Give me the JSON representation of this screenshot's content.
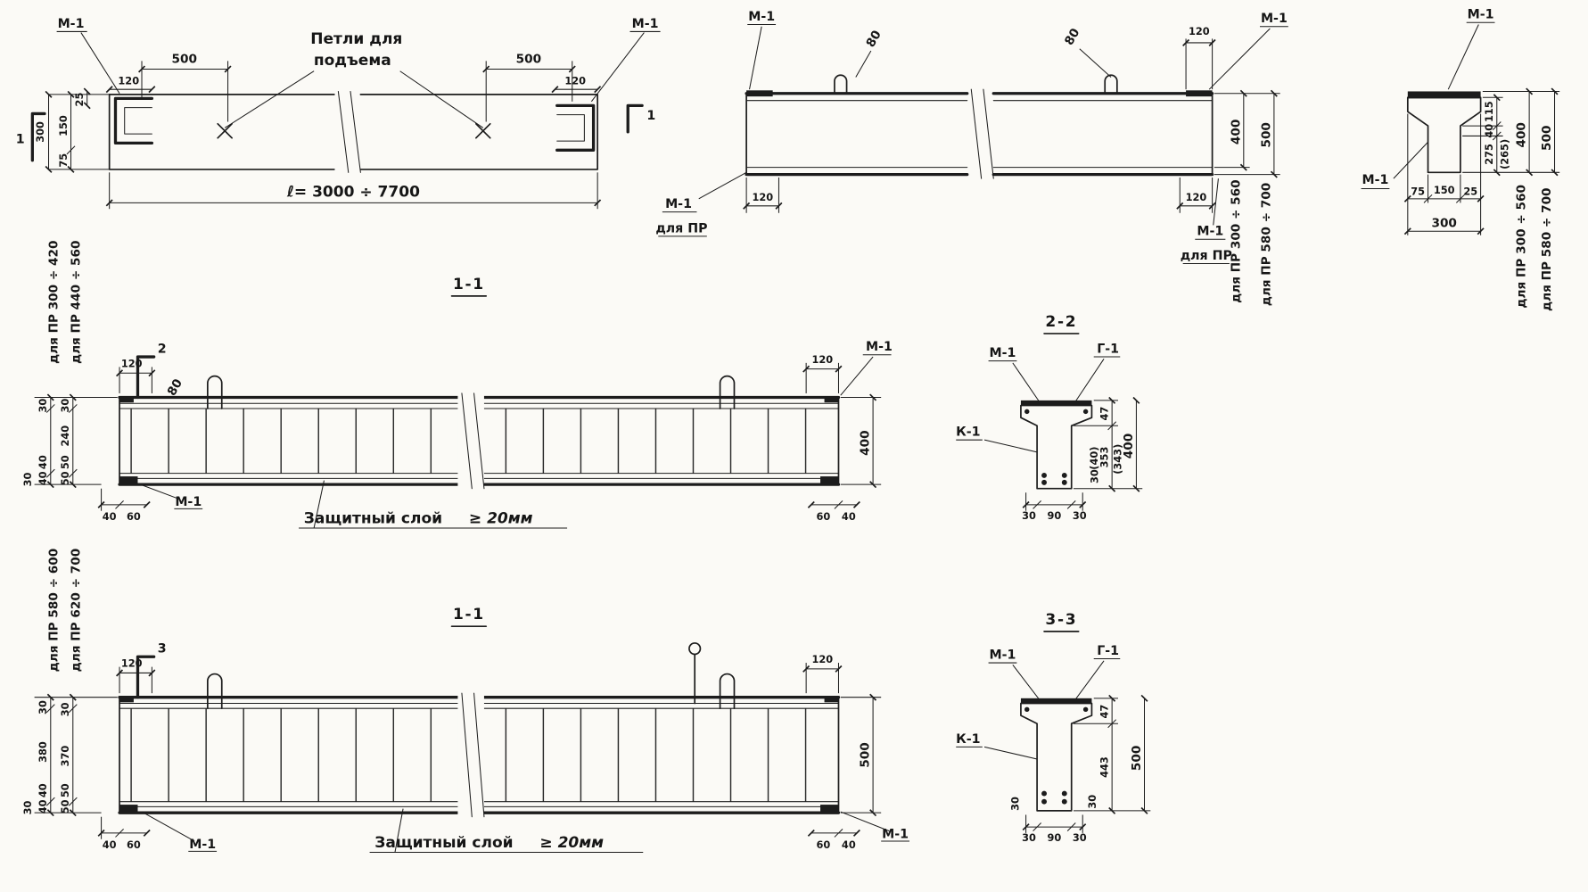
{
  "colors": {
    "ink": "#1c1c1c",
    "paper": "#fbfaf6"
  },
  "plan": {
    "m1_left": "М-1",
    "m1_right": "М-1",
    "dim_500_left": "500",
    "dim_120_left": "120",
    "dim_500_right": "500",
    "dim_120_right": "120",
    "loops_label_1": "Петли для",
    "loops_label_2": "подъема",
    "length": "ℓ= 3000 ÷ 7700",
    "v_25": "25",
    "v_150": "150",
    "v_75": "75",
    "v_300": "300",
    "cut_left": "1",
    "cut_right": "1"
  },
  "elevation": {
    "m1_top_left": "М-1",
    "m1_top_right": "М-1",
    "m1_bot_left_1": "М-1",
    "m1_bot_left_2": "для ПР",
    "m1_bot_right_1": "М-1",
    "m1_bot_right_2": "для ПР",
    "dim_80_left": "80",
    "dim_80_right": "80",
    "dim_120_top_right": "120",
    "dim_120_bot_left": "120",
    "dim_120_bot_right": "120",
    "dim_400": "400",
    "dim_500": "500",
    "range_400": "для ПР 300 ÷ 560",
    "range_500": "для ПР 580 ÷ 700"
  },
  "profile": {
    "m1_top": "М-1",
    "m1_left": "М-1",
    "dim_115": "115",
    "dim_40": "40",
    "dim_275": "275",
    "dim_265": "(265)",
    "dim_400": "400",
    "dim_500": "500",
    "dim_75": "75",
    "dim_150": "150",
    "dim_25": "25",
    "dim_300": "300",
    "range_400": "для ПР 300 ÷ 560",
    "range_500": "для ПР 580 ÷ 700"
  },
  "section_a": {
    "title": "1-1",
    "cut": "2",
    "range_1": "для ПР 300 ÷ 420",
    "range_2": "для ПР 440 ÷ 560",
    "dim_120_left": "120",
    "dim_80": "80",
    "dim_120_right": "120",
    "dim_400": "400",
    "m1_top_right": "М-1",
    "m1_bot_left": "М-1",
    "cover_note_1": "Защитный  слой",
    "cover_note_2": "≥ 20мм",
    "bot_40_left": "40",
    "bot_60_left": "60",
    "bot_60_right": "60",
    "bot_40_right": "40",
    "left_dims": {
      "t1": "30",
      "t2": "30",
      "mid": "240",
      "p1a": "40",
      "p1b": "50",
      "p2a": "40",
      "p2b": "50",
      "corner": "30"
    }
  },
  "section_22": {
    "title": "2-2",
    "m1": "М-1",
    "g1": "Г-1",
    "k1": "К-1",
    "dim_47": "47",
    "dim_353": "353",
    "dim_343": "(343)",
    "dim_400": "400",
    "dim_30_web": "30",
    "dim_40_alt": "(40)",
    "bot_30_left": "30",
    "bot_90": "90",
    "bot_30_right": "30"
  },
  "section_b": {
    "title": "1-1",
    "cut": "3",
    "range_1": "для ПР 580 ÷ 600",
    "range_2": "для ПР 620 ÷ 700",
    "dim_120_left": "120",
    "dim_120_right": "120",
    "dim_500": "500",
    "m1_bot_left": "М-1",
    "m1_bot_right": "М-1",
    "cover_note_1": "Защитный  слой",
    "cover_note_2": "≥ 20мм",
    "bot_40_left": "40",
    "bot_60_left": "60",
    "bot_60_right": "60",
    "bot_40_right": "40",
    "left_dims": {
      "t1": "30",
      "t2": "30",
      "mid1": "380",
      "mid2": "370",
      "p1a": "40",
      "p1b": "50",
      "p2a": "40",
      "p2b": "50",
      "corner": "30"
    }
  },
  "section_33": {
    "title": "3-3",
    "m1": "М-1",
    "g1": "Г-1",
    "k1": "К-1",
    "dim_47": "47",
    "dim_443": "443",
    "dim_500": "500",
    "dim_30_left": "30",
    "dim_30_right": "30",
    "bot_30_left": "30",
    "bot_90": "90",
    "bot_30_right": "30"
  }
}
